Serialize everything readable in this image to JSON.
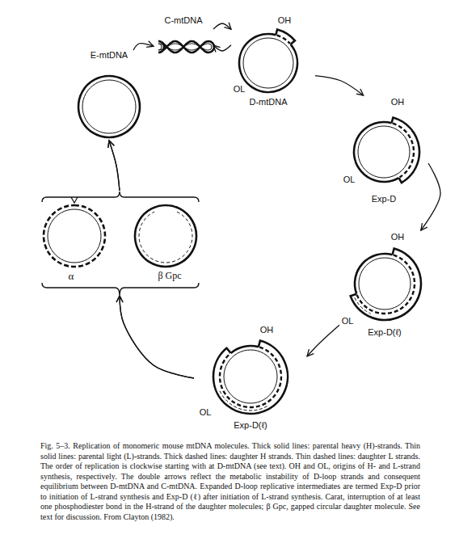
{
  "diagram": {
    "caption": "Fig. 5–3. Replication of monomeric mouse mtDNA molecules. Thick solid lines: parental heavy (H)-strands. Thin solid lines: parental light (L)-strands. Thick dashed lines: daughter H strands. Thin dashed lines: daughter L strands. The order of replication is clockwise starting with at D-mtDNA (see text). OH and OL, origins of H- and L-strand synthesis, respectively. The double arrows reflect the metabolic instability of D-loop strands and consequent equilibrium between D-mtDNA and C-mtDNA. Expanded D-loop replicative intermediates are termed Exp-D prior to initiation of L-strand synthesis and Exp-D (ℓ) after initiation of L-strand synthesis. Carat, interruption of at least one phosphodiester bond in the H-strand of the daughter molecules; β Gpc, gapped circular daughter molecule. See text for discussion. From Clayton (1982).",
    "nodes": [
      {
        "text": [
          "C-mtDNA"
        ]
      },
      {
        "text": [
          "OH",
          "OL",
          "D-mtDNA"
        ]
      },
      {
        "text": [
          "OH",
          "OL",
          "Exp-D"
        ]
      },
      {
        "text": [
          "OH",
          "OL",
          "Exp-D(ℓ)"
        ]
      },
      {
        "text": [
          "OH",
          "OL",
          "Exp-D(ℓ)"
        ]
      },
      {
        "text": [
          "α"
        ]
      },
      {
        "text": [
          "β Gpc"
        ]
      },
      {
        "text": [
          "E-mtDNA"
        ]
      }
    ],
    "edges": [
      {
        "from": 0,
        "to": 1,
        "arrow": "to"
      },
      {
        "from": 1,
        "to": 0,
        "arrow": "to"
      },
      {
        "from": 1,
        "to": 2,
        "arrow": "to"
      },
      {
        "from": 2,
        "to": 3,
        "arrow": "to"
      },
      {
        "from": 3,
        "to": 4,
        "arrow": "to"
      },
      {
        "from": 4,
        "to": 5,
        "arrow": "to"
      },
      {
        "from": 4,
        "to": 6,
        "arrow": "to"
      },
      {
        "from": 5,
        "to": 7,
        "arrow": "to"
      },
      {
        "from": 6,
        "to": 7,
        "arrow": "to"
      },
      {
        "from": 7,
        "to": 0,
        "arrow": "to"
      }
    ]
  }
}
